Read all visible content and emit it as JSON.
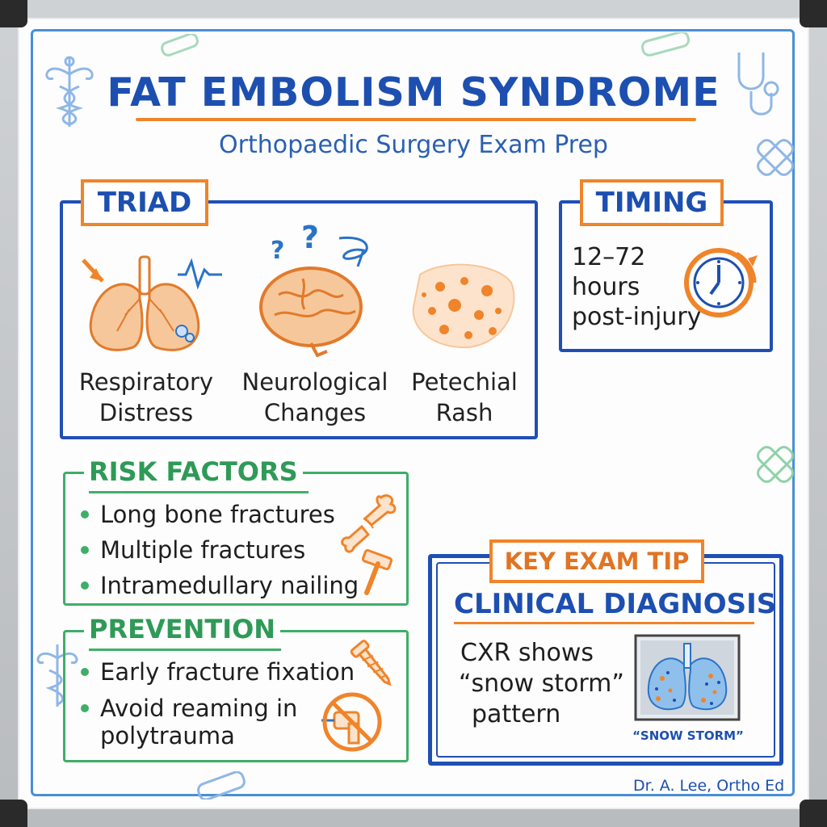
{
  "board": {
    "title": "FAT EMBOLISM SYNDROME",
    "subtitle": "Orthopaedic Surgery Exam Prep",
    "signature": "Dr. A. Lee, Ortho Ed"
  },
  "triad": {
    "heading": "TRIAD",
    "items": [
      {
        "line1": "Respiratory",
        "line2": "Distress"
      },
      {
        "line1": "Neurological",
        "line2": "Changes"
      },
      {
        "line1": "Petechial",
        "line2": "Rash"
      }
    ]
  },
  "timing": {
    "heading": "TIMING",
    "line1": "12–72",
    "line2": "hours",
    "line3": "post-injury"
  },
  "risk_factors": {
    "heading": "RISK FACTORS",
    "items": [
      "Long bone fractures",
      "Multiple fractures",
      "Intramedullary nailing"
    ]
  },
  "prevention": {
    "heading": "PREVENTION",
    "items": [
      "Early fracture fixation",
      "Avoid reaming in"
    ],
    "continuation": "polytrauma"
  },
  "exam_tip": {
    "heading": "KEY EXAM TIP",
    "subheading": "CLINICAL DIAGNOSIS",
    "line1": "CXR shows",
    "line2": "“snow storm”",
    "line3": "pattern",
    "xray_caption": "“SNOW STORM”"
  },
  "colors": {
    "blue": "#1d4fb0",
    "orange": "#f0842a",
    "green": "#3fae68"
  },
  "icons": [
    "caduceus-icon",
    "stethoscope-icon",
    "bandage-icon",
    "lungs-icon",
    "brain-icon",
    "rash-icon",
    "clock-icon",
    "bone-icon",
    "hammer-icon",
    "screw-icon",
    "no-drill-icon",
    "xray-icon"
  ]
}
